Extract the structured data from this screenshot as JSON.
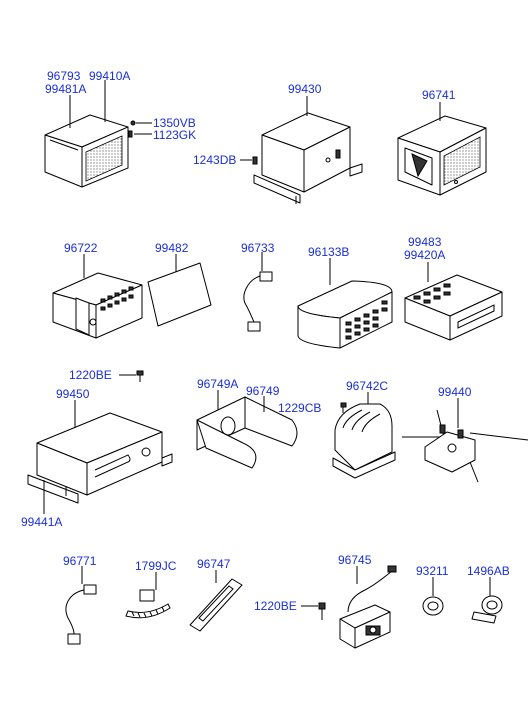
{
  "parts": {
    "p96793": "96793",
    "p99410A": "99410A",
    "p99481A": "99481A",
    "p1350VB": "1350VB",
    "p1123GK": "1123GK",
    "p99430": "99430",
    "p1243DB": "1243DB",
    "p96741": "96741",
    "p96722": "96722",
    "p99482": "99482",
    "p96733": "96733",
    "p96133B": "96133B",
    "p99483": "99483",
    "p99420A": "99420A",
    "p1220BE_a": "1220BE",
    "p99450": "99450",
    "p99441A": "99441A",
    "p96749A": "96749A",
    "p96749": "96749",
    "p1229CB": "1229CB",
    "p96742C": "96742C",
    "p99440": "99440",
    "p96771": "96771",
    "p1799JC": "1799JC",
    "p96747": "96747",
    "p96745": "96745",
    "p1220BE_b": "1220BE",
    "p93211": "93211",
    "p1496AB": "1496AB"
  }
}
